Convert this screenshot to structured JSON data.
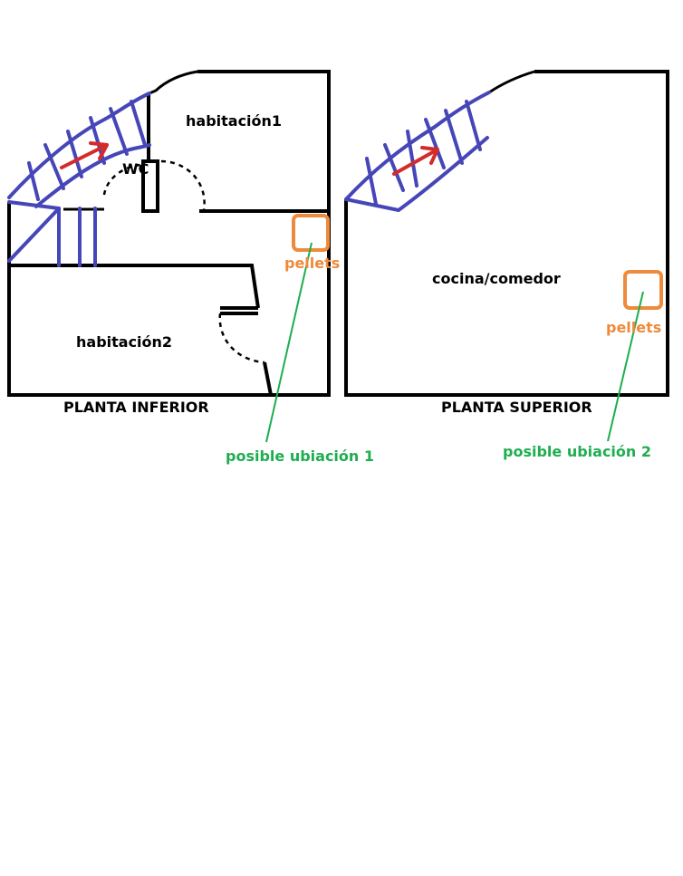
{
  "lower_floor": {
    "title": "PLANTA INFERIOR",
    "rooms": {
      "bedroom1": "habitación1",
      "bedroom2": "habitación2",
      "bathroom": "WC"
    },
    "stove_label": "pellets",
    "location_label": "posible ubiación 1"
  },
  "upper_floor": {
    "title": "PLANTA SUPERIOR",
    "rooms": {
      "kitchen_dining": "cocina/comedor"
    },
    "stove_label": "pellets",
    "location_label": "posible ubiación 2"
  },
  "colors": {
    "walls": "#000000",
    "stairs": "#4646b8",
    "stair_arrow": "#d52a2a",
    "stove_marker": "#ee8a3b",
    "location_leader": "#1eae4f"
  }
}
